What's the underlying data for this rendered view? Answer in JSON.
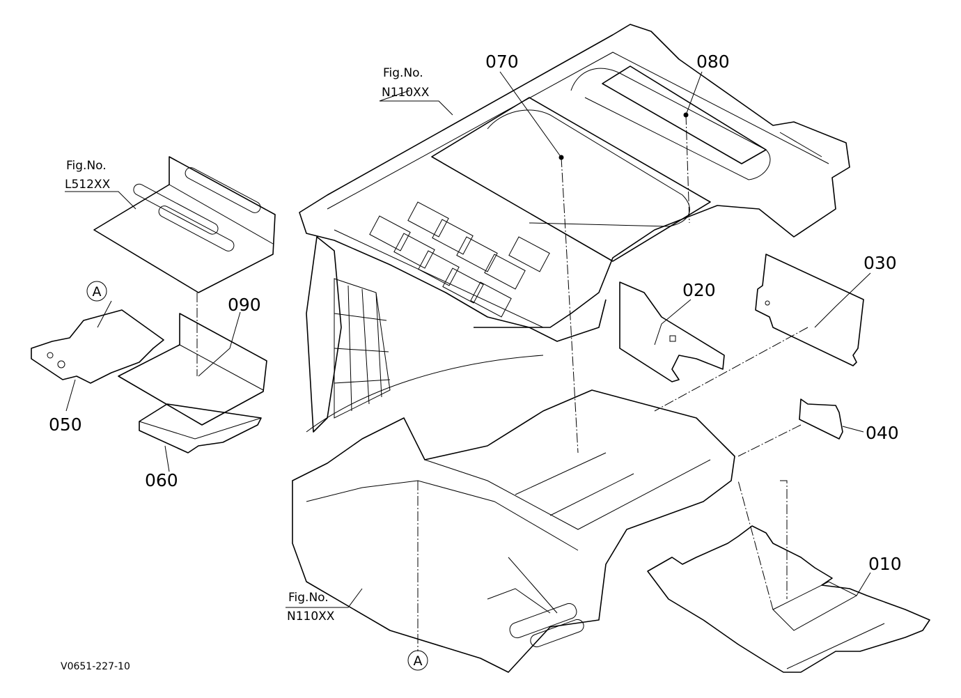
{
  "callouts": {
    "c010": "010",
    "c020": "020",
    "c030": "030",
    "c040": "040",
    "c050": "050",
    "c060": "060",
    "c070": "070",
    "c080": "080",
    "c090": "090"
  },
  "references": {
    "top_label": "Fig.No.",
    "top_code": "N110XX",
    "left_label": "Fig.No.",
    "left_code": "L512XX",
    "bottom_label": "Fig.No.",
    "bottom_code": "N110XX"
  },
  "markers": {
    "upper": "A",
    "lower": "A"
  },
  "drawing_code": "V0651-227-10"
}
